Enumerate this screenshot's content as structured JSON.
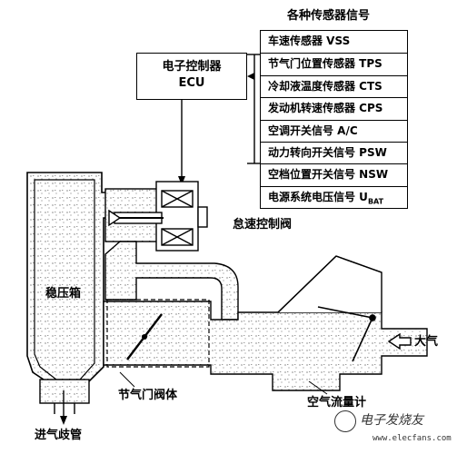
{
  "sensors": {
    "title": "各种传感器信号",
    "items": [
      "车速传感器 VSS",
      "节气门位置传感器 TPS",
      "冷却液温度传感器 CTS",
      "发动机转速传感器 CPS",
      "空调开关信号 A/C",
      "动力转向开关信号 PSW",
      "空档位置开关信号 NSW",
      "电源系统电压信号 U"
    ],
    "voltage_subscript": "BAT"
  },
  "ecu": {
    "line1": "电子控制器",
    "line2": "ECU"
  },
  "labels": {
    "idle_valve": "怠速控制阀",
    "surge_tank": "稳压箱",
    "atmosphere": "大气",
    "throttle_body": "节气门阀体",
    "airflow_meter": "空气流量计",
    "intake_manifold": "进气歧管"
  },
  "watermark": {
    "text": "电子发烧友",
    "url": "www.elecfans.com"
  }
}
